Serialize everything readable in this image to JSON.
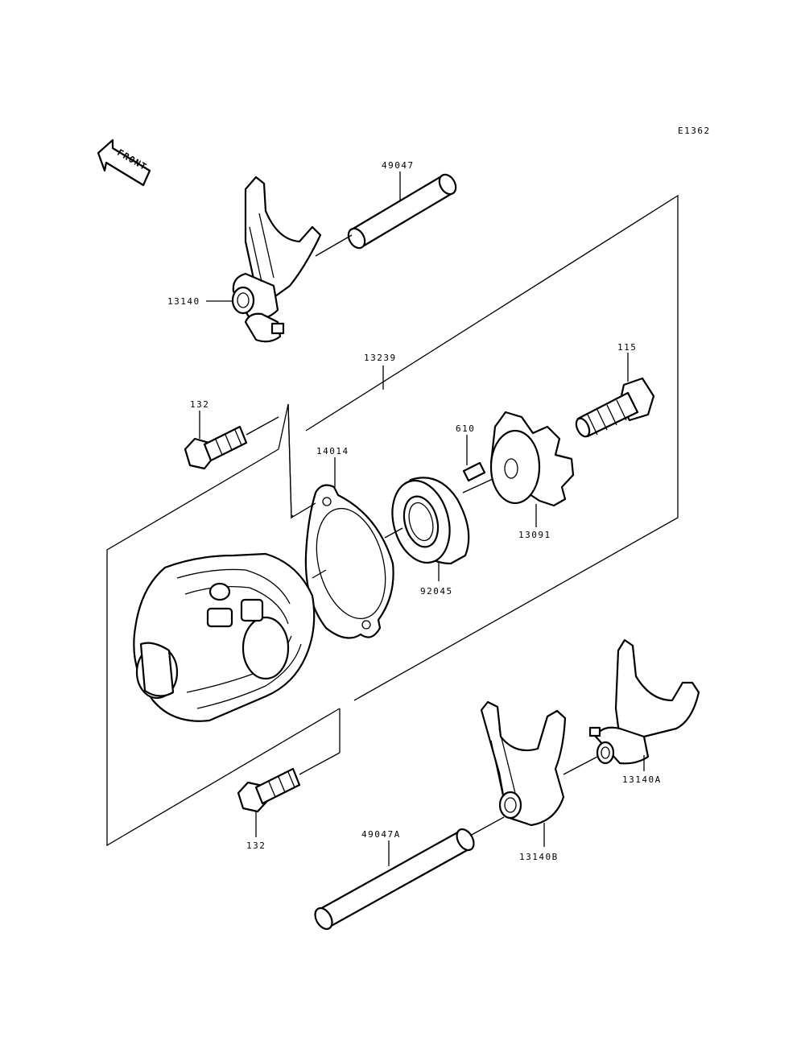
{
  "diagram_code": "E1362",
  "front_label": "FRONT",
  "parts": {
    "p49047": "49047",
    "p13140": "13140",
    "p13239": "13239",
    "p115": "115",
    "p132_top": "132",
    "p610": "610",
    "p14014": "14014",
    "p13091": "13091",
    "p92045": "92045",
    "p132_bottom": "132",
    "p13140A": "13140A",
    "p49047A": "49047A",
    "p13140B": "13140B"
  }
}
